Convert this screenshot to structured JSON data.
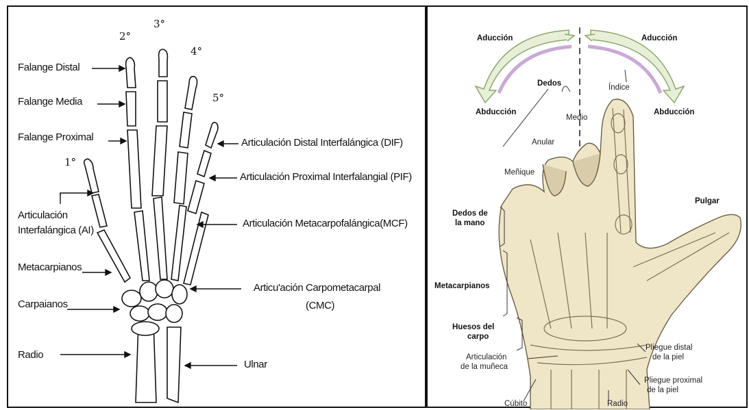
{
  "left_diagram": {
    "finger_numbers": [
      "1°",
      "2°",
      "3°",
      "4°",
      "5°"
    ],
    "labels_left": {
      "falange_distal": "Falange Distal",
      "falange_media": "Falange Media",
      "falange_proximal": "Falange Proximal",
      "art_interfalangica_1": "Articulación",
      "art_interfalangica_2": "Interfalángica (AI)",
      "metacarpianos": "Metacarpianos",
      "carpaianos": "Carpaianos",
      "radio": "Radio"
    },
    "labels_right": {
      "dif": "Articulación Distal Interfalángica (DIF)",
      "pif": "Articulación Proximal Interfalangial (PIF)",
      "mcf": "Articulación Metacarpofalángica(MCF)",
      "cmc_1": "Articu'ación Carpometacarpal",
      "cmc_2": "(CMC)",
      "ulnar": "Ulnar"
    }
  },
  "right_diagram": {
    "movement": {
      "aduccion_left": "Aducción",
      "aduccion_right": "Aducción",
      "abduccion_left": "Abducción",
      "abduccion_right": "Abducción"
    },
    "fingers": {
      "dedos": "Dedos",
      "indice": "Índice",
      "medio": "Medio",
      "anular": "Anular",
      "menique": "Meñique",
      "pulgar": "Pulgar"
    },
    "regions": {
      "dedos_mano_1": "Dedos de",
      "dedos_mano_2": "la mano",
      "metacarpianos": "Metacarpianos",
      "carpo_1": "Huesos del",
      "carpo_2": "carpo"
    },
    "bottom": {
      "art_muneca_1": "Articulación",
      "art_muneca_2": "de la muñeca",
      "pliegue_distal_1": "Pliegue distal",
      "pliegue_distal_2": "de la piel",
      "pliegue_proximal_1": "Pliegue proximal",
      "pliegue_proximal_2": "de la piel",
      "cubito": "Cúbito",
      "radio": "Radio"
    },
    "colors": {
      "arrow_fill": "#e8efd8",
      "arrow_outline": "#8aa86a",
      "arrow_inner": "#c9a9d6",
      "skin": "#efe6c8",
      "skin_shade": "#d9ccaa"
    }
  }
}
